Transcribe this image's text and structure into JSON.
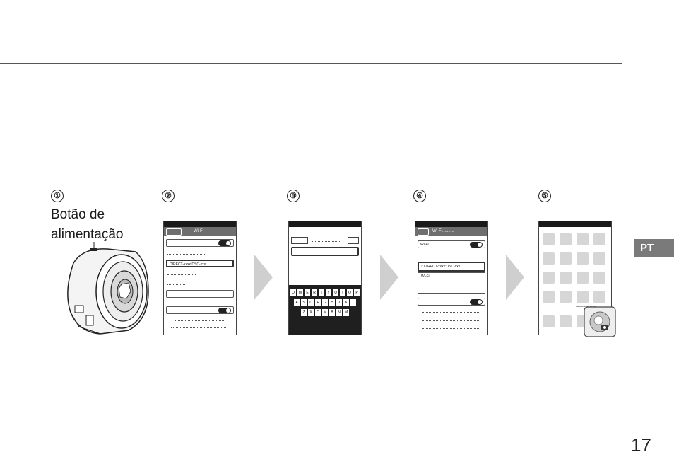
{
  "caption": {
    "line1": "Botão de",
    "line2": "alimentação"
  },
  "steps": [
    "①",
    "②",
    "③",
    "④",
    "⑤"
  ],
  "phone2": {
    "title": "Wi-Fi",
    "network": "DIRECT-xxxx:DSC-xxx"
  },
  "phone3": {
    "keys_row1": [
      "Q",
      "W",
      "E",
      "R",
      "T",
      "Y",
      "U",
      "I",
      "O",
      "P"
    ],
    "keys_row2": [
      "A",
      "S",
      "D",
      "F",
      "G",
      "H",
      "J",
      "K",
      "L"
    ],
    "keys_row3": [
      "Z",
      "X",
      "C",
      "V",
      "B",
      "N",
      "M"
    ]
  },
  "phone4": {
    "title": "Wi-Fi..........",
    "wifi_label": "Wi-Fi",
    "network": "√ DIRECT-xxxx:DSC-xxx",
    "sub": "Wi-Fi.........."
  },
  "phone5": {
    "app_label": "PlayMemories Mobile"
  },
  "language_tab": "PT",
  "page_number": "17",
  "colors": {
    "tab": "#7a7a7a",
    "arrow": "#cfcfcf",
    "nav": "#6e6e6e"
  }
}
